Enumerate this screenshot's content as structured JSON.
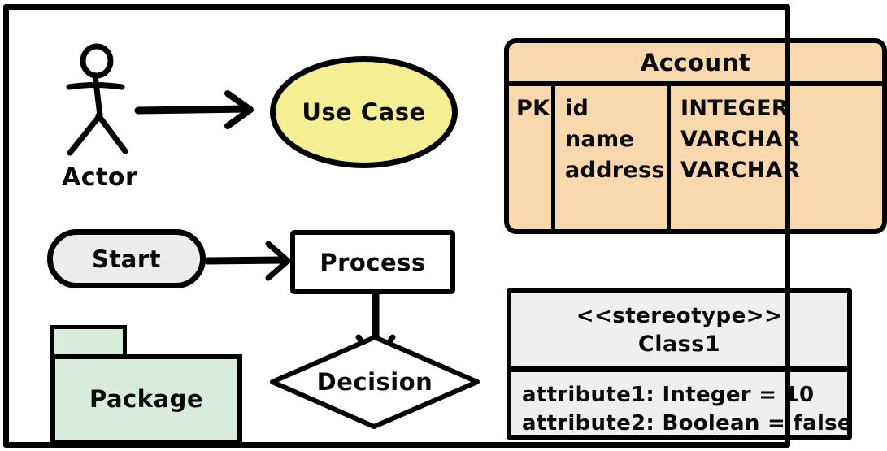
{
  "canvas": {
    "background": "#ffffff",
    "ink": "#000000"
  },
  "use_case_section": {
    "actor_label": "Actor",
    "use_case_label": "Use Case",
    "use_case_fill": "#f6ee92"
  },
  "flowchart": {
    "start_label": "Start",
    "start_fill": "#ececec",
    "process_label": "Process",
    "process_fill": "#ffffff",
    "decision_label": "Decision",
    "decision_fill": "#ffffff"
  },
  "package": {
    "label": "Package",
    "fill": "#d8ecdc"
  },
  "entity_table": {
    "title": "Account",
    "fill": "#f8d9ae",
    "pk_label": "PK",
    "columns": [
      "id",
      "name",
      "address"
    ],
    "types": [
      "INTEGER",
      "VARCHAR",
      "VARCHAR"
    ]
  },
  "class_box": {
    "stereotype": "<<stereotype>>",
    "name": "Class1",
    "fill": "#efefef",
    "attributes": [
      "attribute1: Integer = 10",
      "attribute2: Boolean = false"
    ]
  }
}
